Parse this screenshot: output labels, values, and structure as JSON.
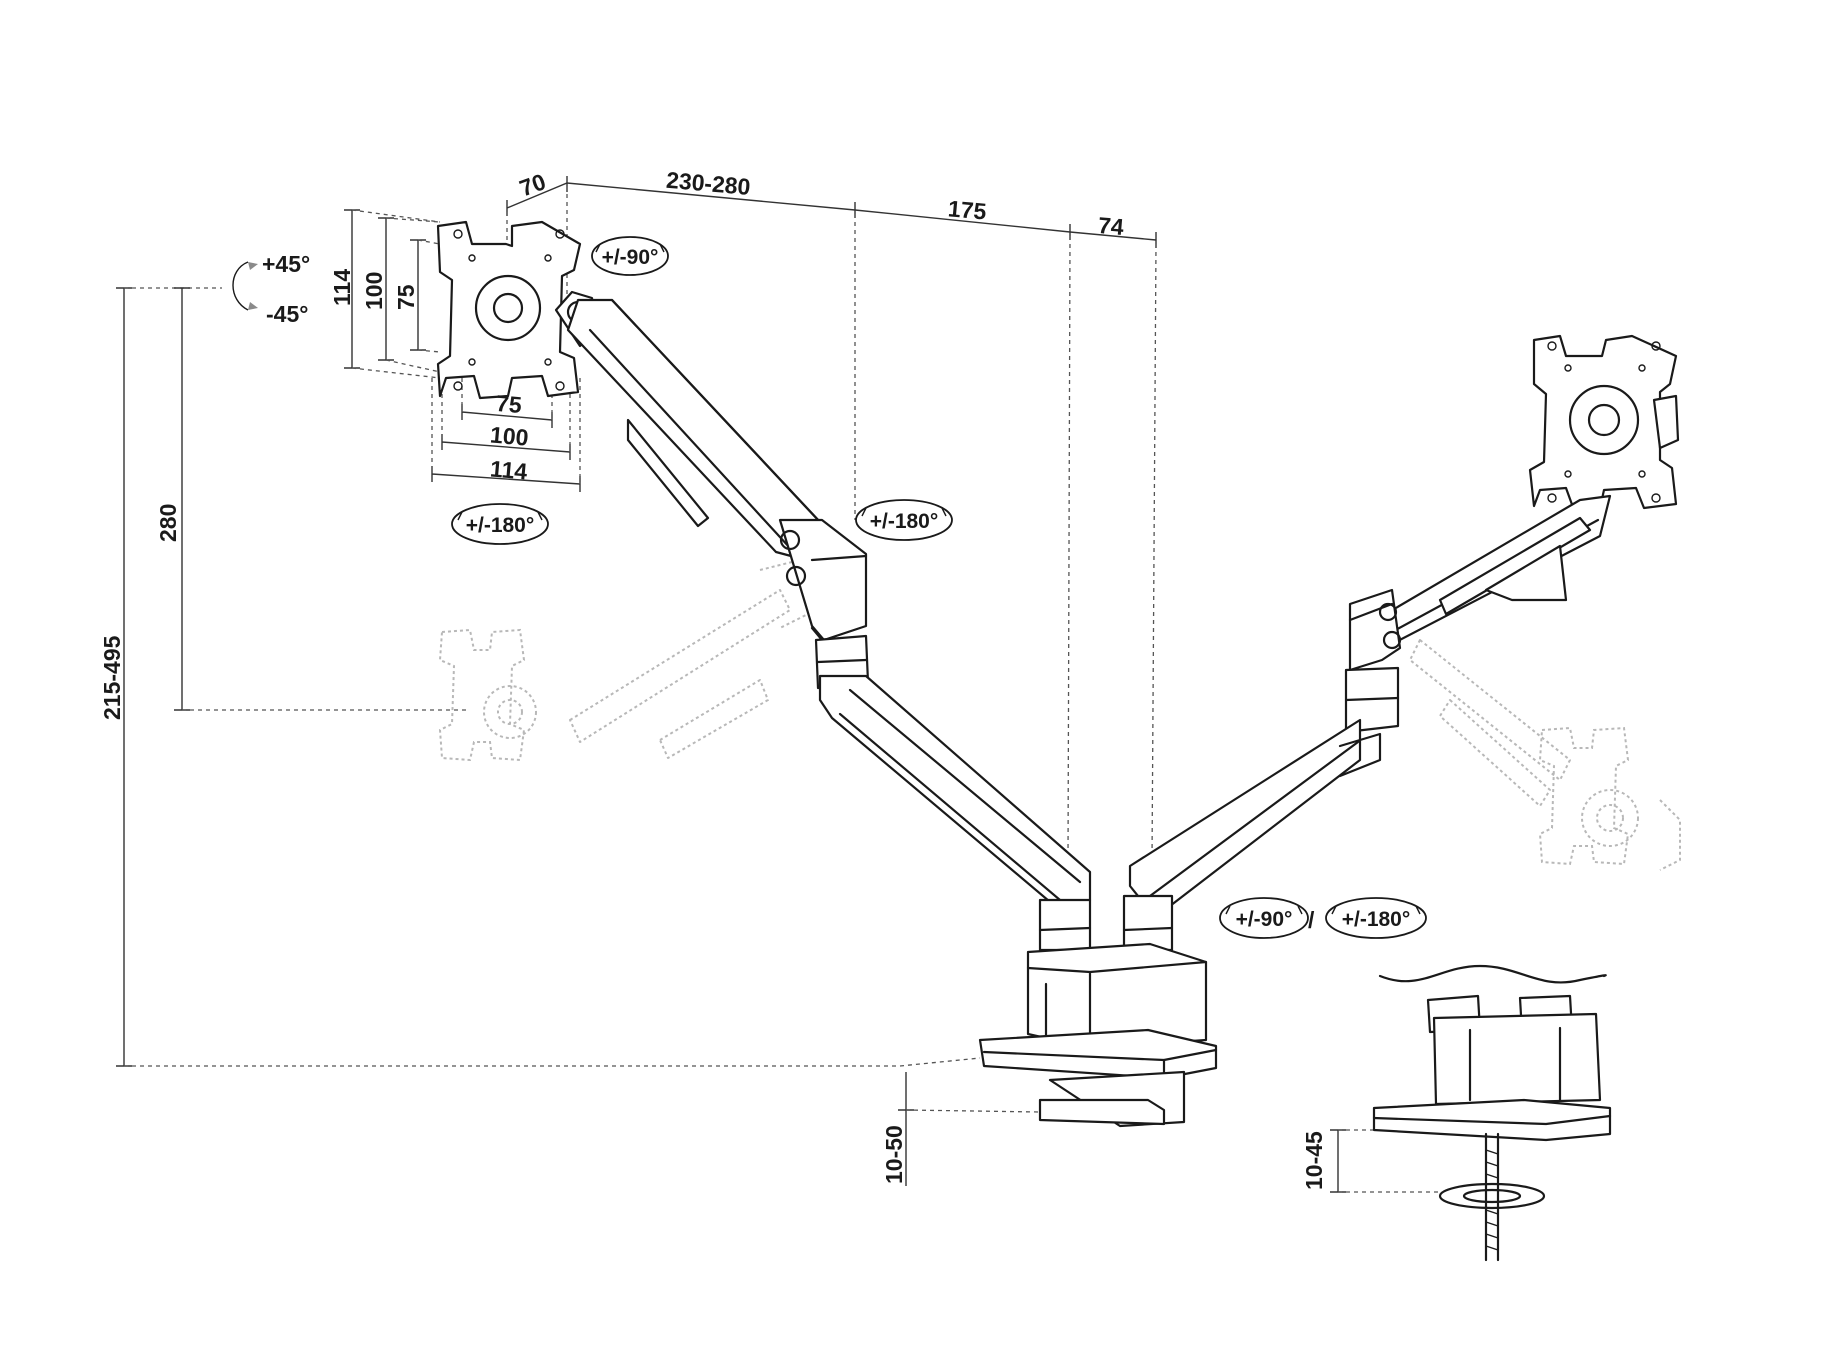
{
  "dimensions": {
    "depth_70": "70",
    "reach_230_280": "230-280",
    "reach_175": "175",
    "reach_74": "74",
    "vesa_v_114": "114",
    "vesa_v_100": "100",
    "vesa_v_75": "75",
    "vesa_h_75": "75",
    "vesa_h_100": "100",
    "vesa_h_114": "114",
    "height_280": "280",
    "height_total": "215-495",
    "clamp_range": "10-50",
    "grommet_range": "10-45"
  },
  "rotation": {
    "tilt_up": "+45°",
    "tilt_down": "-45°",
    "swivel_head": "+/-90°",
    "rotate_plate": "+/-180°",
    "rotate_elbow": "+/-180°",
    "base_swivel_90": "+/-90°",
    "base_separator": "/",
    "base_rotate_180": "+/-180°"
  },
  "colors": {
    "line": "#1a1a1a",
    "ghost": "#b8b8b8"
  }
}
